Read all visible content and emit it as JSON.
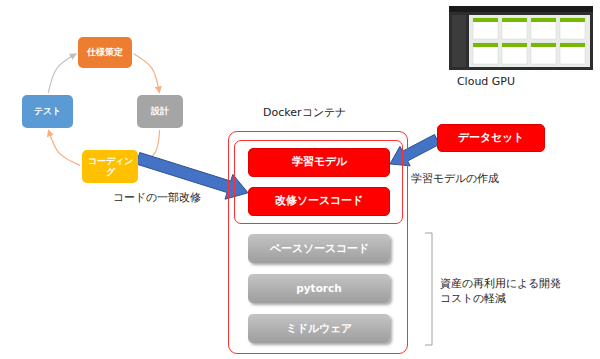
{
  "diagram": {
    "nodes": [
      {
        "text": [
          "仕様策定"
        ]
      },
      {
        "text": [
          "設計"
        ]
      },
      {
        "text": [
          "コーディング"
        ]
      },
      {
        "text": [
          "テスト"
        ]
      },
      {
        "text": [
          "Dockerコンテナ"
        ]
      },
      {
        "text": [
          "学習モデル"
        ],
        "in": 4
      },
      {
        "text": [
          "改修ソースコード"
        ],
        "in": 4
      },
      {
        "text": [
          "ベースソースコード"
        ],
        "in": 4
      },
      {
        "text": [
          "pytorch"
        ],
        "in": 4
      },
      {
        "text": [
          "ミドルウェア"
        ],
        "in": 4
      },
      {
        "text": [
          "データセット"
        ]
      }
    ],
    "edges": [
      {
        "from": 0,
        "to": 1,
        "arrow": "to"
      },
      {
        "from": 1,
        "to": 2,
        "arrow": "to"
      },
      {
        "from": 2,
        "to": 3,
        "arrow": "to"
      },
      {
        "from": 3,
        "to": 0,
        "arrow": "to"
      },
      {
        "from": 2,
        "to": 6,
        "arrow": "to"
      },
      {
        "from": 10,
        "to": 5,
        "arrow": "to"
      }
    ],
    "labels": [
      "コードの一部改修",
      "学習モデルの作成",
      "Cloud GPU",
      "資産の再利用による開発コストの軽減"
    ]
  }
}
